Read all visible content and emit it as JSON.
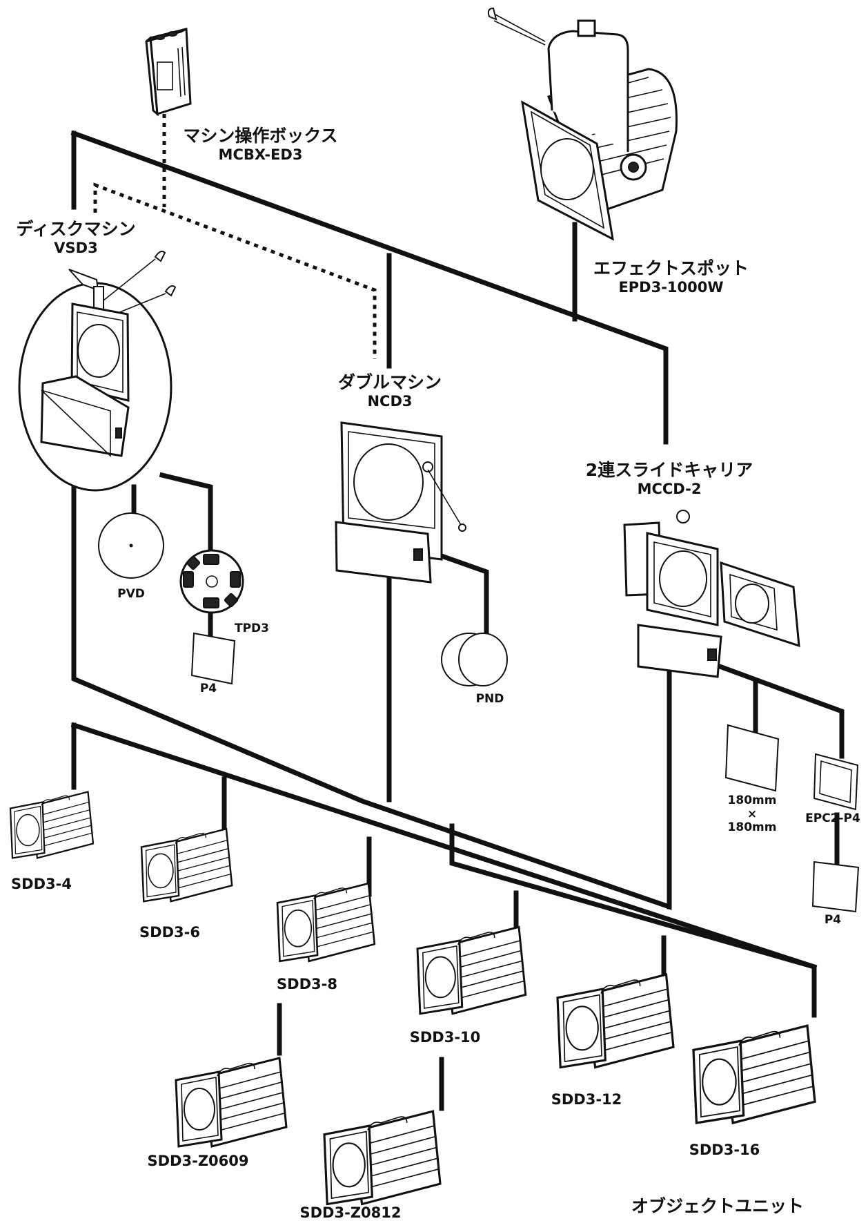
{
  "labels": {
    "mcbx": {
      "ja": "マシン操作ボックス",
      "code": "MCBX-ED3"
    },
    "vsd3": {
      "ja": "ディスクマシン",
      "code": "VSD3"
    },
    "epd3": {
      "ja": "エフェクトスポット",
      "code": "EPD3-1000W"
    },
    "ncd3": {
      "ja": "ダブルマシン",
      "code": "NCD3"
    },
    "mccd": {
      "ja": "2連スライドキャリア",
      "code": "MCCD-2"
    },
    "pvd": "PVD",
    "tpd3": "TPD3",
    "p4_left": "P4",
    "pnd": "PND",
    "size_w": "180mm",
    "size_x": "×",
    "size_h": "180mm",
    "epc2": "EPC2-P4",
    "p4_right": "P4",
    "sdd3_4": "SDD3-4",
    "sdd3_6": "SDD3-6",
    "sdd3_8": "SDD3-8",
    "sdd3_10": "SDD3-10",
    "sdd3_12": "SDD3-12",
    "sdd3_16": "SDD3-16",
    "sdd3_z0609": "SDD3-Z0609",
    "sdd3_z0812": "SDD3-Z0812",
    "object_unit": "オブジェクトユニット"
  }
}
